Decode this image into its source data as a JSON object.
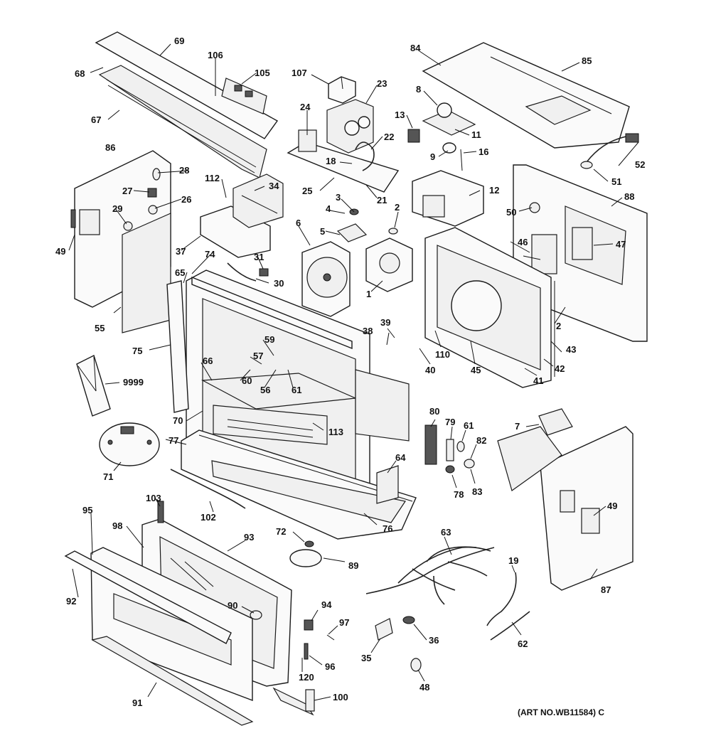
{
  "labels": {
    "l1": "1",
    "l2a": "2",
    "l2b": "2",
    "l3": "3",
    "l4": "4",
    "l5": "5",
    "l6": "6",
    "l7": "7",
    "l8": "8",
    "l9": "9",
    "l11": "11",
    "l12": "12",
    "l13": "13",
    "l16": "16",
    "l18": "18",
    "l19": "19",
    "l21": "21",
    "l22": "22",
    "l23": "23",
    "l24": "24",
    "l25": "25",
    "l26": "26",
    "l27": "27",
    "l28": "28",
    "l29": "29",
    "l30": "30",
    "l31": "31",
    "l34": "34",
    "l35": "35",
    "l36": "36",
    "l37": "37",
    "l38": "38",
    "l39": "39",
    "l40": "40",
    "l41": "41",
    "l42": "42",
    "l43": "43",
    "l45": "45",
    "l46": "46",
    "l47": "47",
    "l48": "48",
    "l49a": "49",
    "l49b": "49",
    "l50": "50",
    "l51": "51",
    "l52": "52",
    "l55": "55",
    "l56": "56",
    "l57": "57",
    "l59": "59",
    "l60": "60",
    "l61a": "61",
    "l61b": "61",
    "l62": "62",
    "l63": "63",
    "l64": "64",
    "l65": "65",
    "l66": "66",
    "l67": "67",
    "l68": "68",
    "l69": "69",
    "l70": "70",
    "l71": "71",
    "l72": "72",
    "l74": "74",
    "l75": "75",
    "l76": "76",
    "l77": "77",
    "l78": "78",
    "l79": "79",
    "l80": "80",
    "l82": "82",
    "l83": "83",
    "l84": "84",
    "l85": "85",
    "l86": "86",
    "l87": "87",
    "l88": "88",
    "l89": "89",
    "l90": "90",
    "l91": "91",
    "l92": "92",
    "l93": "93",
    "l94": "94",
    "l95": "95",
    "l96": "96",
    "l97": "97",
    "l98": "98",
    "l100": "100",
    "l102": "102",
    "l103": "103",
    "l105": "105",
    "l106": "106",
    "l107": "107",
    "l110": "110",
    "l112": "112",
    "l113": "113",
    "l120": "120",
    "l9999": "9999"
  },
  "art_note": "(ART NO.WB11584) C"
}
